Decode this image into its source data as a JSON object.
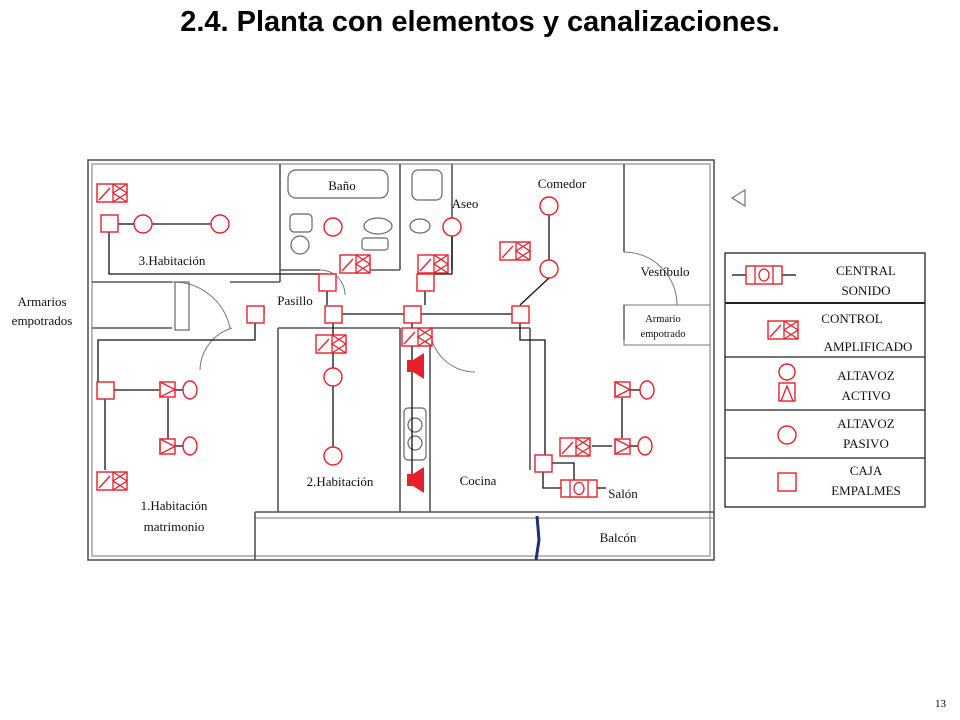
{
  "title": "2.4. Planta con elementos y canalizaciones.",
  "page_number": "13",
  "rooms": {
    "bano": "Baño",
    "aseo": "Aseo",
    "comedor": "Comedor",
    "habitacion3": "3.Habitación",
    "armarios_1": "Armarios",
    "armarios_2": "empotrados",
    "pasillo": "Pasillo",
    "vestibulo": "Vestíbulo",
    "armario_emp_1": "Armario",
    "armario_emp_2": "empotrado",
    "habitacion2": "2.Habitación",
    "cocina": "Cocina",
    "habitacion1_1": "1.Habitación",
    "habitacion1_2": "matrimonio",
    "salon": "Salón",
    "balcon": "Balcón"
  },
  "legend": [
    {
      "symbol": "central-sonido",
      "line1": "CENTRAL",
      "line2": "SONIDO"
    },
    {
      "symbol": "control-amplificado",
      "line1": "CONTROL",
      "line2": "AMPLIFICADO"
    },
    {
      "symbol": "altavoz-activo",
      "line1": "ALTAVOZ",
      "line2": "ACTIVO"
    },
    {
      "symbol": "altavoz-pasivo",
      "line1": "ALTAVOZ",
      "line2": "PASIVO"
    },
    {
      "symbol": "caja-empalmes",
      "line1": "CAJA",
      "line2": "EMPALMES"
    }
  ],
  "colors": {
    "symbols": "#e8202a",
    "walls": "#555555",
    "wiring": "#111111"
  }
}
